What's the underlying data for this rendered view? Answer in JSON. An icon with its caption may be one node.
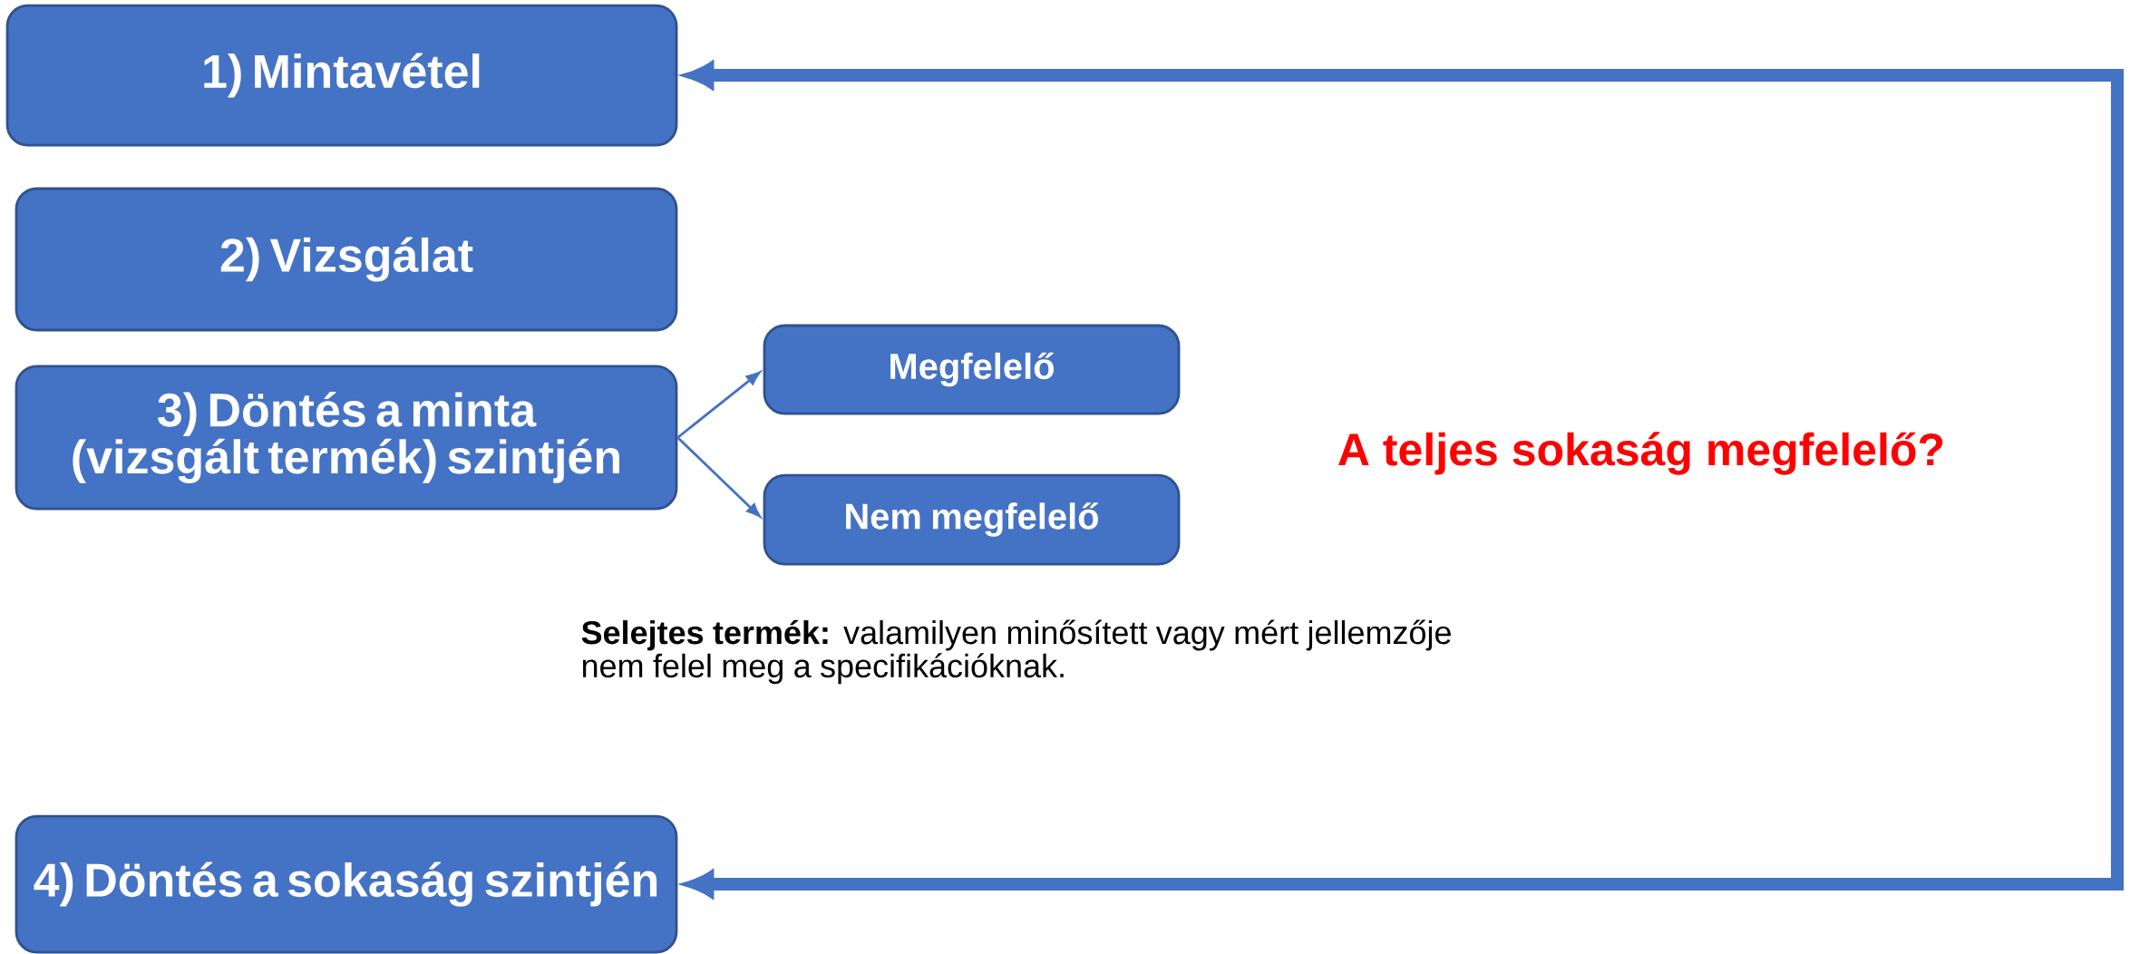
{
  "diagram": {
    "nodes": [
      {
        "text": [
          "1) Mintavétel"
        ]
      },
      {
        "text": [
          "2) Vizsgálat"
        ]
      },
      {
        "text": [
          "3) Döntés a minta (vizsgált termék) szintjén"
        ]
      },
      {
        "text": [
          "Megfelelő"
        ]
      },
      {
        "text": [
          "Nem megfelelő"
        ]
      },
      {
        "text": [
          "4) Döntés a sokaság szintjén"
        ]
      }
    ],
    "edges": [
      {
        "from": 2,
        "to": 3,
        "arrow": "to"
      },
      {
        "from": 2,
        "to": 4,
        "arrow": "to"
      },
      {
        "from": 5,
        "to": 0,
        "arrow": "both",
        "style": "thick"
      }
    ],
    "labels": [
      "A teljes sokaság megfelelő?",
      "**Selejtes termék:** valamilyen minősített vagy mért jellemzője nem felel meg a specifikációknak."
    ]
  }
}
